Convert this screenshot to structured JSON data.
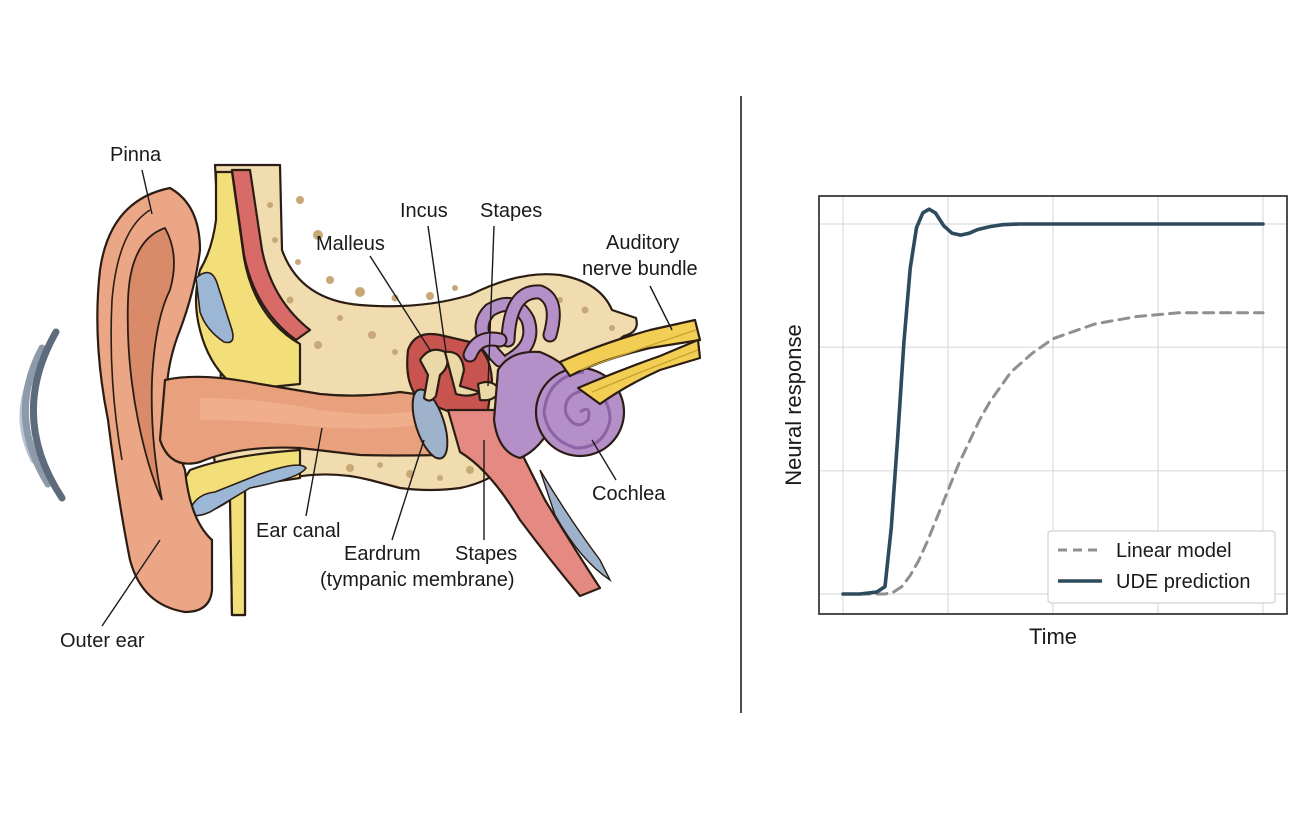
{
  "anatomy": {
    "labels": {
      "pinna": "Pinna",
      "outer_ear": "Outer ear",
      "ear_canal": "Ear canal",
      "malleus": "Malleus",
      "incus": "Incus",
      "stapes_top": "Stapes",
      "stapes_bottom": "Stapes",
      "eardrum_line1": "Eardrum",
      "eardrum_line2": "(tympanic membrane)",
      "auditory_line1": "Auditory",
      "auditory_line2": "nerve bundle",
      "cochlea": "Cochlea"
    },
    "colors": {
      "skin": "#eaa685",
      "skin_dark": "#d98a68",
      "canal": "#e9a07c",
      "bone": "#f0dcae",
      "bone_spot": "#c9a878",
      "fat": "#f3df7a",
      "fluid": "#9cb6d6",
      "muscle": "#d86b67",
      "tube": "#e48a82",
      "cochlea": "#b58fc7",
      "cochlea_dark": "#8c64a6",
      "nerve": "#f2cf54",
      "eardrum": "#9fb2cc",
      "ossicle": "#ead9a6",
      "cavity": "#c8544f",
      "sound_waves": [
        "#b9c4d0",
        "#8d9aaa",
        "#5d6b7c"
      ]
    }
  },
  "chart_data": {
    "type": "line",
    "xlabel": "Time",
    "ylabel": "Neural response",
    "xlim": [
      0,
      10
    ],
    "ylim": [
      0,
      1
    ],
    "grid": true,
    "ticks_labeled": false,
    "legend_position": "bottom-right",
    "series": [
      {
        "name": "Linear model",
        "style": "dashed",
        "color": "#8f8f8f",
        "x": [
          0,
          1.0,
          1.2,
          1.4,
          1.6,
          1.8,
          2.0,
          2.25,
          2.5,
          2.75,
          3.0,
          3.25,
          3.5,
          3.75,
          4.0,
          4.5,
          5.0,
          5.5,
          6.0,
          6.5,
          7.0,
          7.5,
          8.0,
          8.5,
          9.0,
          9.5,
          10.0
        ],
        "y": [
          0,
          0,
          0.005,
          0.02,
          0.05,
          0.09,
          0.14,
          0.21,
          0.28,
          0.35,
          0.41,
          0.47,
          0.52,
          0.56,
          0.6,
          0.65,
          0.69,
          0.71,
          0.73,
          0.74,
          0.75,
          0.755,
          0.76,
          0.76,
          0.76,
          0.76,
          0.76
        ]
      },
      {
        "name": "UDE prediction",
        "style": "solid",
        "color": "#2d4b5c",
        "x": [
          0,
          0.4,
          0.8,
          1.0,
          1.15,
          1.3,
          1.45,
          1.6,
          1.75,
          1.9,
          2.05,
          2.2,
          2.4,
          2.6,
          2.8,
          3.0,
          3.2,
          3.5,
          3.8,
          4.2,
          4.6,
          5.0,
          6.0,
          7.0,
          8.0,
          9.0,
          10.0
        ],
        "y": [
          0,
          0,
          0.005,
          0.02,
          0.18,
          0.42,
          0.68,
          0.88,
          0.99,
          1.03,
          1.04,
          1.03,
          0.995,
          0.975,
          0.97,
          0.975,
          0.985,
          0.993,
          0.998,
          1.0,
          1.0,
          1.0,
          1.0,
          1.0,
          1.0,
          1.0,
          1.0
        ]
      }
    ]
  }
}
